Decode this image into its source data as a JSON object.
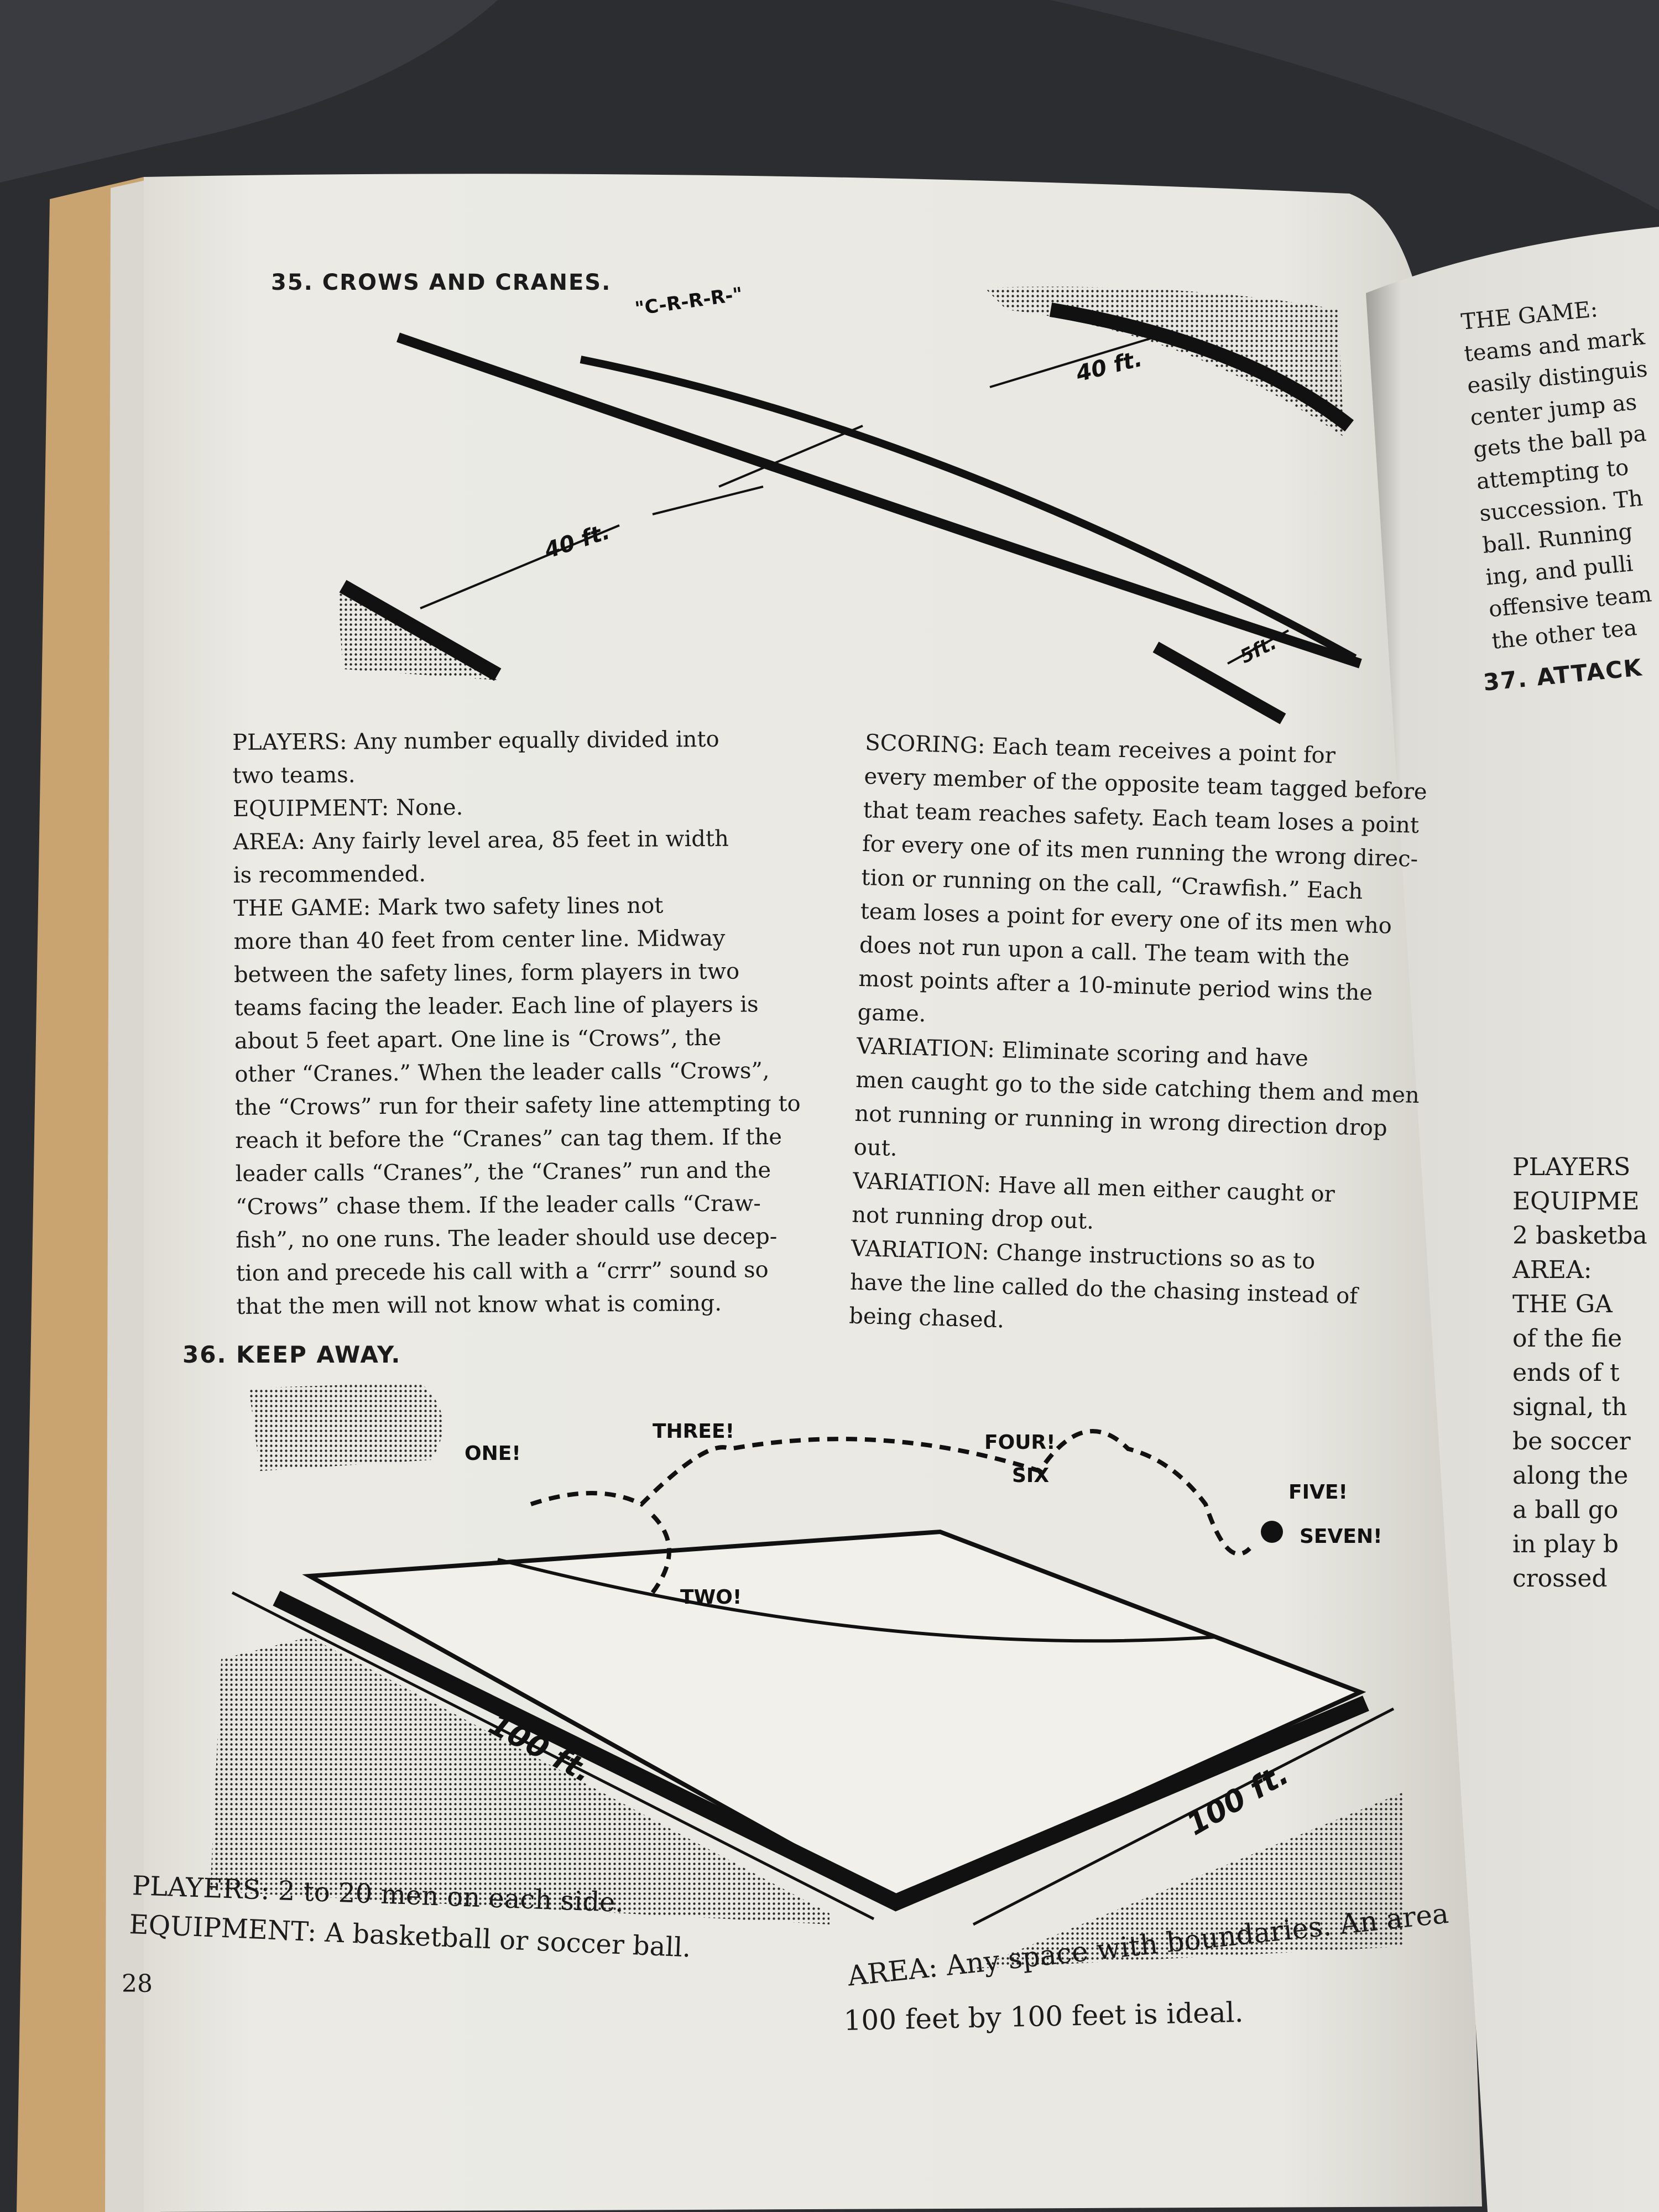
{
  "page": {
    "page_number": "28",
    "game35": {
      "title": "35. CROWS AND CRANES.",
      "call": "\"C-R-R-R-\"",
      "dims": {
        "forty_a": "40 ft.",
        "forty_b": "40 ft.",
        "five": "5ft."
      },
      "lines_left": [
        "PLAYERS:    Any number equally divided into",
        "two teams.",
        "EQUIPMENT:      None.",
        "AREA:      Any fairly level area, 85 feet in width",
        "is recommended.",
        "THE GAME:      Mark two safety lines not",
        "more than 40 feet from center line. Midway",
        "between the safety lines, form players in two",
        "teams facing the leader. Each line of players is",
        "about 5 feet apart. One line is “Crows”, the",
        "other “Cranes.” When the leader calls “Crows”,",
        "the “Crows” run for their safety line attempting to",
        "reach it before the “Cranes” can tag them. If the",
        "leader calls “Cranes”, the “Cranes” run and the",
        "“Crows” chase them. If the leader calls “Craw-",
        "fish”, no one runs. The leader should use decep-",
        "tion and precede his call with a “crrr” sound so",
        "that the men will not know what is coming."
      ],
      "lines_right": [
        "SCORING:      Each team receives a point for",
        "every member of the opposite team tagged before",
        "that team reaches safety. Each team loses a point",
        "for every one of its men running the wrong direc-",
        "tion or running on the call, “Crawfish.” Each",
        "team loses a point for every one of its men who",
        "does not run upon a call. The team with the",
        "most points after a 10-minute period wins the",
        "game.",
        "VARIATION:      Eliminate scoring and have",
        "men caught go to the side catching them and men",
        "not running or running in wrong direction drop",
        "out.",
        "VARIATION:      Have all men either caught or",
        "not running drop out.",
        "VARIATION:      Change instructions so as to",
        "have the line called do the chasing instead of",
        "being chased."
      ]
    },
    "game36": {
      "title": "36. KEEP AWAY.",
      "calls": {
        "one": "ONE!",
        "two": "TWO!",
        "three": "THREE!",
        "four": "FOUR!",
        "six": "SIX",
        "five": "FIVE!",
        "seven": "SEVEN!"
      },
      "dims": {
        "left": "100 ft.",
        "right": "100 ft."
      },
      "players": "PLAYERS:        2 to 20 men on each side.",
      "equipment": "EQUIPMENT:        A basketball or soccer ball.",
      "area1": "AREA:      Any space with boundaries. An area",
      "area2": "100 feet by 100 feet is ideal."
    }
  },
  "next_page": {
    "lines_top": [
      "THE GAME:",
      "teams and mark",
      "easily distinguis",
      "center jump as",
      "gets the ball pa",
      "attempting to",
      "succession. Th",
      "ball. Running",
      "ing, and pulli",
      "offensive team",
      "the other tea"
    ],
    "heading37": "37. ATTACK",
    "lines_bottom": [
      "PLAYERS",
      "EQUIPME",
      "2 basketba",
      "AREA:",
      "THE GA",
      "of the fie",
      "ends of t",
      "signal, th",
      "be soccer",
      "along the",
      "a ball go",
      "in play b",
      "crossed"
    ]
  },
  "colors": {
    "paper": "#e9e8e2",
    "ink": "#1b1b1b",
    "cover": "#c9a471",
    "cloth": "#2c2d31"
  }
}
